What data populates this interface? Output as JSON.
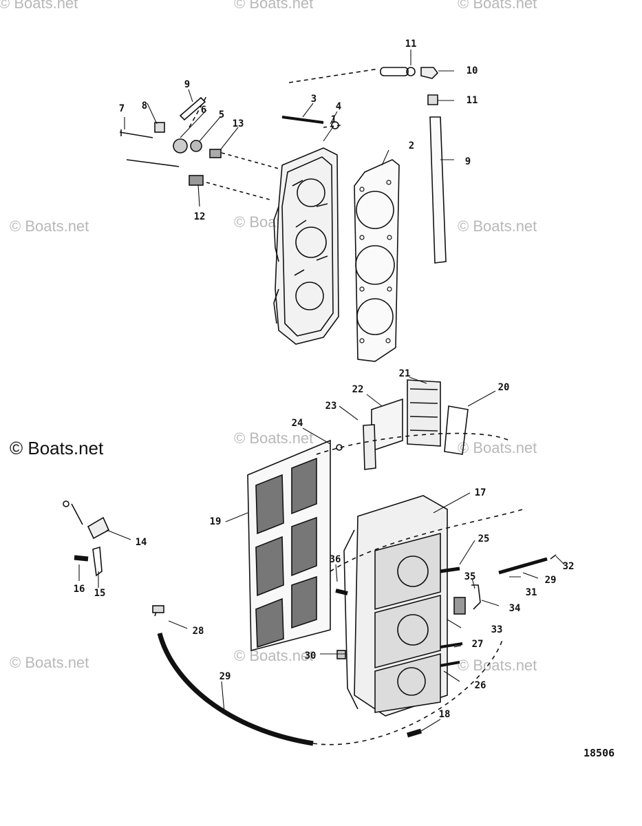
{
  "watermarks": {
    "w1": "© Boats.net",
    "w2": "© Boats.net",
    "w3": "© Boats.net",
    "w4": "© Boats.net",
    "w5": "© Boats.net",
    "w6": "© Boats.net",
    "w7": "© Boats.net",
    "w8": "© Boats.net",
    "w9": "© Boats.net",
    "w10": "© Boats.net",
    "w11": "© Boats.net",
    "w12": "© Boats.net"
  },
  "figure_number": "18506",
  "callouts": {
    "c1": "1",
    "c2": "2",
    "c3": "3",
    "c4": "4",
    "c5": "5",
    "c6": "6",
    "c7": "7",
    "c8": "8",
    "c9a": "9",
    "c9b": "9",
    "c10": "10",
    "c11a": "11",
    "c11b": "11",
    "c12": "12",
    "c13": "13",
    "c14": "14",
    "c15": "15",
    "c16": "16",
    "c17": "17",
    "c18": "18",
    "c19": "19",
    "c20": "20",
    "c21": "21",
    "c22": "22",
    "c23": "23",
    "c24": "24",
    "c25": "25",
    "c26": "26",
    "c27": "27",
    "c28": "28",
    "c29a": "29",
    "c29b": "29",
    "c30": "30",
    "c31": "31",
    "c32": "32",
    "c33": "33",
    "c34": "34",
    "c35": "35",
    "c36": "36"
  },
  "colors": {
    "ink": "#111111",
    "watermark": "#b8b8b8",
    "background": "#ffffff"
  }
}
